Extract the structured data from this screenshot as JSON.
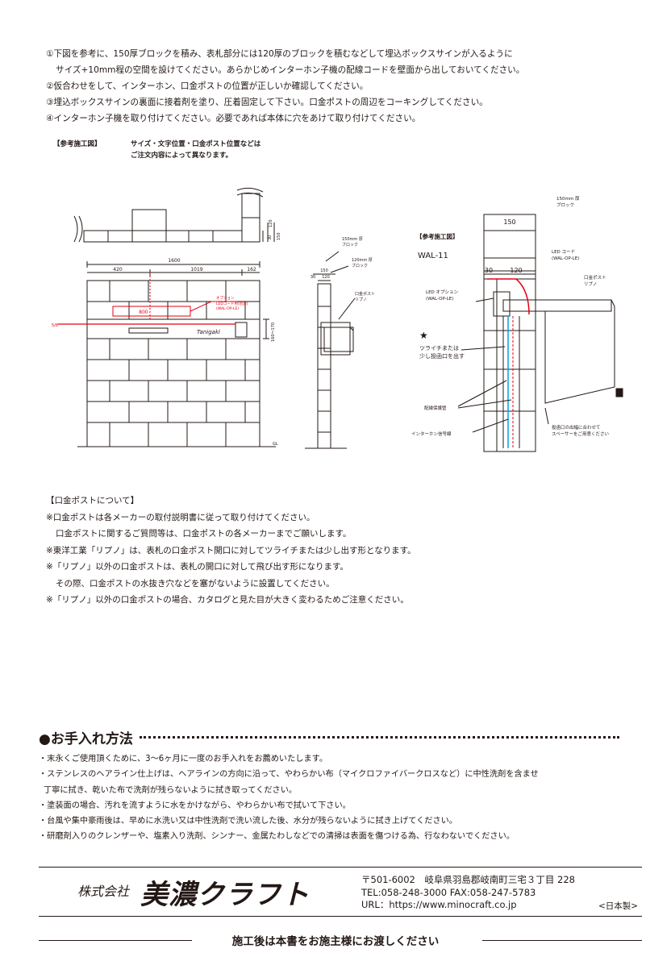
{
  "install_steps": {
    "step1_line1": "①下図を参考に、150厚ブロックを積み、表札部分には120厚のブロックを積むなどして埋込ボックスサインが入るように",
    "step1_line2": "サイズ+10mm程の空間を設けてください。あらかじめインターホン子機の配線コードを壁面から出しておいてください。",
    "step2": "②仮合わせをして、インターホン、口金ポストの位置が正しいか確認してください。",
    "step3": "③埋込ボックスサインの裏面に接着剤を塗り、圧着固定して下さい。口金ポストの周辺をコーキングしてください。",
    "step4": "④インターホン子機を取り付けてください。必要であれば本体に穴をあけて取り付けてください。"
  },
  "ref_drawing": {
    "label": "【参考施工図】",
    "note_line1": "サイズ・文字位置・口金ポスト位置などは",
    "note_line2": "ご注文内容によって異なります。"
  },
  "front_view": {
    "dim_total": "1600",
    "dim_left": "420",
    "dim_middle": "1019",
    "dim_right": "162",
    "dim_height": "160～170",
    "dim_top_a": "30",
    "dim_top_b": "120",
    "dim_top_c": "150",
    "led_width": "800",
    "led_option_label": "オプション",
    "led_cord_label": "LEDコード用(別途)",
    "led_model": "(WAL-OP-LE)",
    "sign_text": "Tanigaki",
    "gl_label": "GL",
    "line_label": "5/8"
  },
  "side_view": {
    "block150_label": "150mm 厚",
    "block150_sub": "ブロック",
    "block120_label": "120mm 厚",
    "block120_sub": "ブロック",
    "post_label": "口金ポスト",
    "post_sub": "リプノ",
    "dim_150": "150",
    "dim_30": "30",
    "dim_120": "120"
  },
  "detail_view": {
    "title": "【参考施工図】",
    "model": "WAL-11",
    "block150_label": "150mm 厚",
    "block150_sub": "ブロック",
    "dim_150": "150",
    "dim_30": "30",
    "dim_120": "120",
    "led_cord_label": "LED コード",
    "led_cord_model": "(WAL-OP-LE)",
    "led_option_label": "LED オプション",
    "led_option_model": "(WAL-OP-LE)",
    "post_label": "口金ポスト",
    "post_sub": "リプノ",
    "star": "★",
    "star_note_line1": "ツライチまたは",
    "star_note_line2": "少し投函口を出す",
    "conduit_label": "配線保護管",
    "intercom_wire_label": "インターホン信号線",
    "spacer_note_line1": "投函口の出幅に合わせて",
    "spacer_note_line2": "スペーサーをご用意ください"
  },
  "post_notes": {
    "title": "【口金ポストについて】",
    "line1": "※口金ポストは各メーカーの取付説明書に従って取り付けてください。",
    "line2": "口金ポストに関するご質問等は、口金ポストの各メーカーまでご願いします。",
    "line3": "※東洋工業「リプノ」は、表札の口金ポスト開口に対してツライチまたは少し出す形となります。",
    "line4": "※「リプノ」以外の口金ポストは、表札の開口に対して飛び出す形になります。",
    "line5": "その際、口金ポストの水抜き穴などを塞がないように設置してください。",
    "line6": "※「リプノ」以外の口金ポストの場合、カタログと見た目が大きく変わるためご注意ください。"
  },
  "care": {
    "title": "●お手入れ方法",
    "line1": "・末永くご使用頂くために、3～6ヶ月に一度のお手入れをお薦めいたします。",
    "line2": "・ステンレスのヘアライン仕上げは、ヘアラインの方向に沿って、やわらかい布（マイクロファイバークロスなど）に中性洗剤を含ませ",
    "line3": "丁寧に拭き、乾いた布で洗剤が残らないように拭き取ってください。",
    "line4": "・塗装面の場合、汚れを流すように水をかけながら、やわらかい布で拭いて下さい。",
    "line5": "・台風や集中豪雨後は、早めに水洗い又は中性洗剤で洗い流した後、水分が残らないように拭き上げてください。",
    "line6": "・研磨剤入りのクレンザーや、塩素入り洗剤、シンナー、金属たわしなどでの清掃は表面を傷つける為、行なわないでください。"
  },
  "footer": {
    "company_prefix": "株式会社",
    "company_name": "美濃クラフト",
    "address": "〒501-6002　岐阜県羽島郡岐南町三宅３丁目 228",
    "tel": "TEL:058-248-3000  FAX:058-247-5783",
    "url": "URL：https://www.minocraft.co.jp",
    "made_in": "<日本製>",
    "handover": "施工後は本書をお施主様にお渡しください"
  },
  "colors": {
    "text": "#231815",
    "led_red": "#e50012",
    "wire_blue": "#00a0e9"
  }
}
